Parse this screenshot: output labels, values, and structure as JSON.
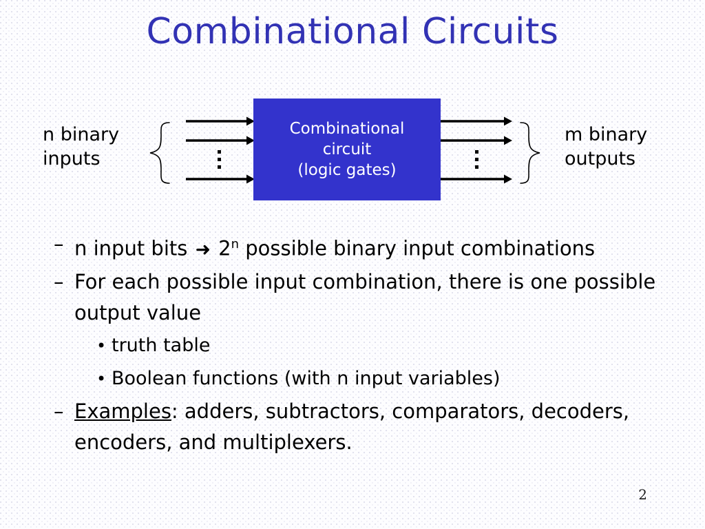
{
  "slide": {
    "title": "Combinational Circuits",
    "title_color": "#3232b4",
    "background_color": "#fdfdff",
    "page_number": "2"
  },
  "diagram": {
    "input_label": "n binary\ninputs",
    "output_label": "m binary\noutputs",
    "box": {
      "fill_color": "#3333cc",
      "text_color": "#ffffff",
      "line1": "Combinational",
      "line2": "circuit",
      "line3": "(logic gates)"
    },
    "input_arrow_count": 3,
    "output_arrow_count": 3,
    "ellipsis_glyph": "vertical-dots"
  },
  "bullets": [
    {
      "level": 1,
      "marker": "–",
      "segments": [
        {
          "type": "text",
          "value": "n input bits "
        },
        {
          "type": "arrow",
          "value": "➜"
        },
        {
          "type": "text",
          "value": " 2"
        },
        {
          "type": "sup",
          "value": "n"
        },
        {
          "type": "text",
          "value": " possible binary input combinations"
        }
      ],
      "plain": "n input bits ➜ 2n possible binary input combinations"
    },
    {
      "level": 1,
      "marker": "–",
      "segments": [
        {
          "type": "text",
          "value": "For each possible input combination, there is one possible output value"
        }
      ],
      "plain": "For each possible input combination, there is one possible output value"
    },
    {
      "level": 2,
      "marker": "•",
      "segments": [
        {
          "type": "text",
          "value": "truth table"
        }
      ],
      "plain": "truth table"
    },
    {
      "level": 2,
      "marker": "•",
      "segments": [
        {
          "type": "text",
          "value": "Boolean functions (with n input variables)"
        }
      ],
      "plain": "Boolean functions (with n input variables)"
    },
    {
      "level": 1,
      "marker": "–",
      "segments": [
        {
          "type": "underline",
          "value": "Examples"
        },
        {
          "type": "text",
          "value": ": adders, subtractors, comparators, decoders, encoders, and multiplexers."
        }
      ],
      "plain": "Examples: adders, subtractors, comparators, decoders, encoders, and multiplexers."
    }
  ]
}
